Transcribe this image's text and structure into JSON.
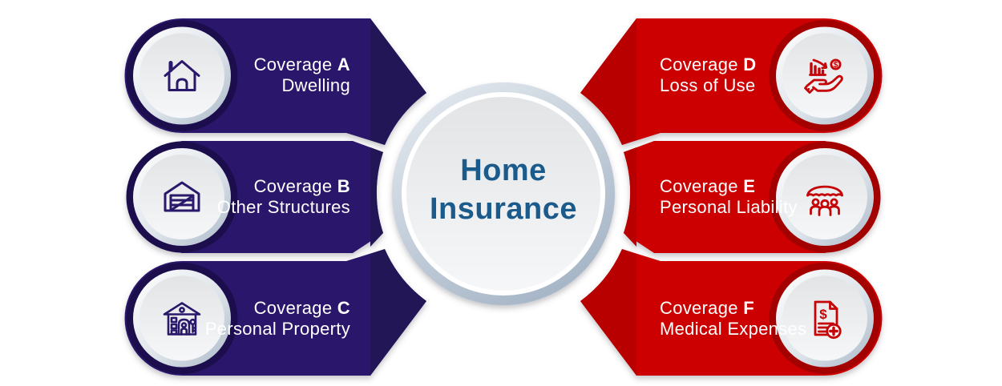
{
  "center": {
    "title_line1": "Home",
    "title_line2": "Insurance"
  },
  "colors": {
    "left_banner": "#2A196B",
    "left_banner_fold": "#221257",
    "right_banner": "#CC0404",
    "right_banner_fold": "#B80303",
    "title_text": "#1A5B8C",
    "label_text": "#FFFFFF"
  },
  "items": [
    {
      "prefix": "Coverage",
      "letter": "A",
      "title": "Dwelling",
      "side": "left",
      "icon": "house-icon"
    },
    {
      "prefix": "Coverage",
      "letter": "B",
      "title": "Other Structures",
      "side": "left",
      "icon": "garage-icon"
    },
    {
      "prefix": "Coverage",
      "letter": "C",
      "title": "Personal Property",
      "side": "left",
      "icon": "building-person-key-icon"
    },
    {
      "prefix": "Coverage",
      "letter": "D",
      "title": "Loss of Use",
      "side": "right",
      "icon": "hand-declining-chart-icon"
    },
    {
      "prefix": "Coverage",
      "letter": "E",
      "title": "Personal Liability",
      "side": "right",
      "icon": "family-umbrella-icon"
    },
    {
      "prefix": "Coverage",
      "letter": "F",
      "title": "Medical Expenses",
      "side": "right",
      "icon": "medical-invoice-icon"
    }
  ]
}
